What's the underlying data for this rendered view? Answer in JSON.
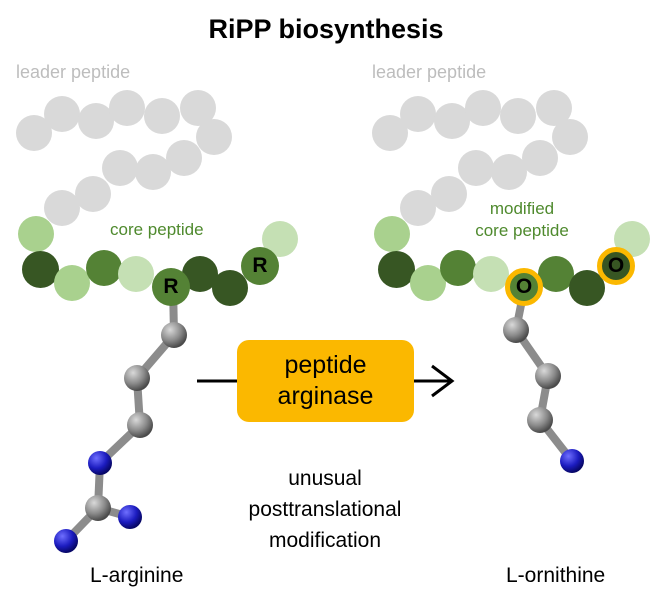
{
  "title": "RiPP biosynthesis",
  "left": {
    "leader_label": "leader peptide",
    "core_label": "core peptide",
    "residue_label": "R",
    "molecule_label": "L-arginine"
  },
  "right": {
    "leader_label": "leader peptide",
    "core_label_line1": "modified",
    "core_label_line2": "core peptide",
    "residue_label": "O",
    "molecule_label": "L-ornithine"
  },
  "enzyme": {
    "line1": "peptide",
    "line2": "arginase"
  },
  "caption": {
    "line1": "unusual",
    "line2": "posttranslational",
    "line3": "modification"
  },
  "colors": {
    "leader_gray": "#d9d9d9",
    "light_green": "#a9d18e",
    "mid_green": "#548235",
    "dark_green": "#375623",
    "pale_green": "#c5e0b4",
    "ornithine_ring": "#fbb800",
    "carbon": "#808080",
    "nitrogen": "#1f1fbf"
  }
}
